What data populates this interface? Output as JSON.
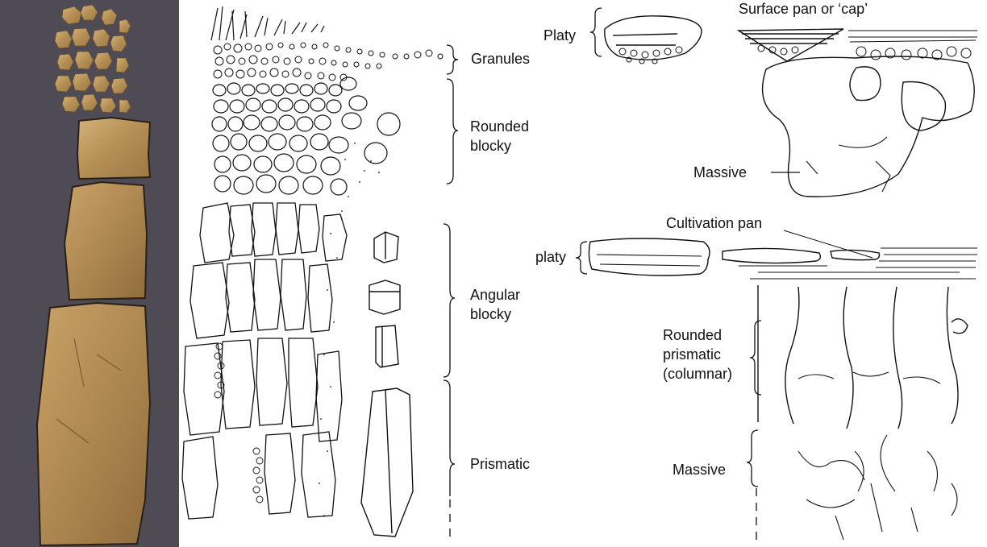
{
  "left_diagram": {
    "labels": {
      "granules": "Granules",
      "rounded_blocky_1": "Rounded",
      "rounded_blocky_2": "blocky",
      "angular_blocky_1": "Angular",
      "angular_blocky_2": "blocky",
      "prismatic": "Prismatic"
    }
  },
  "right_diagram": {
    "labels": {
      "platy_top": "Platy",
      "surface_pan": "Surface pan or ‘cap’",
      "massive_top": "Massive",
      "cultivation_pan": "Cultivation pan",
      "platy_mid": "platy",
      "rounded_prismatic_1": "Rounded",
      "rounded_prismatic_2": "prismatic",
      "rounded_prismatic_3": "(columnar)",
      "massive_bottom": "Massive"
    }
  },
  "colors": {
    "photo_background": "#4f4b55",
    "soil_light": "#c9a66a",
    "soil_dark": "#8a6a3a",
    "ink": "#111111"
  }
}
